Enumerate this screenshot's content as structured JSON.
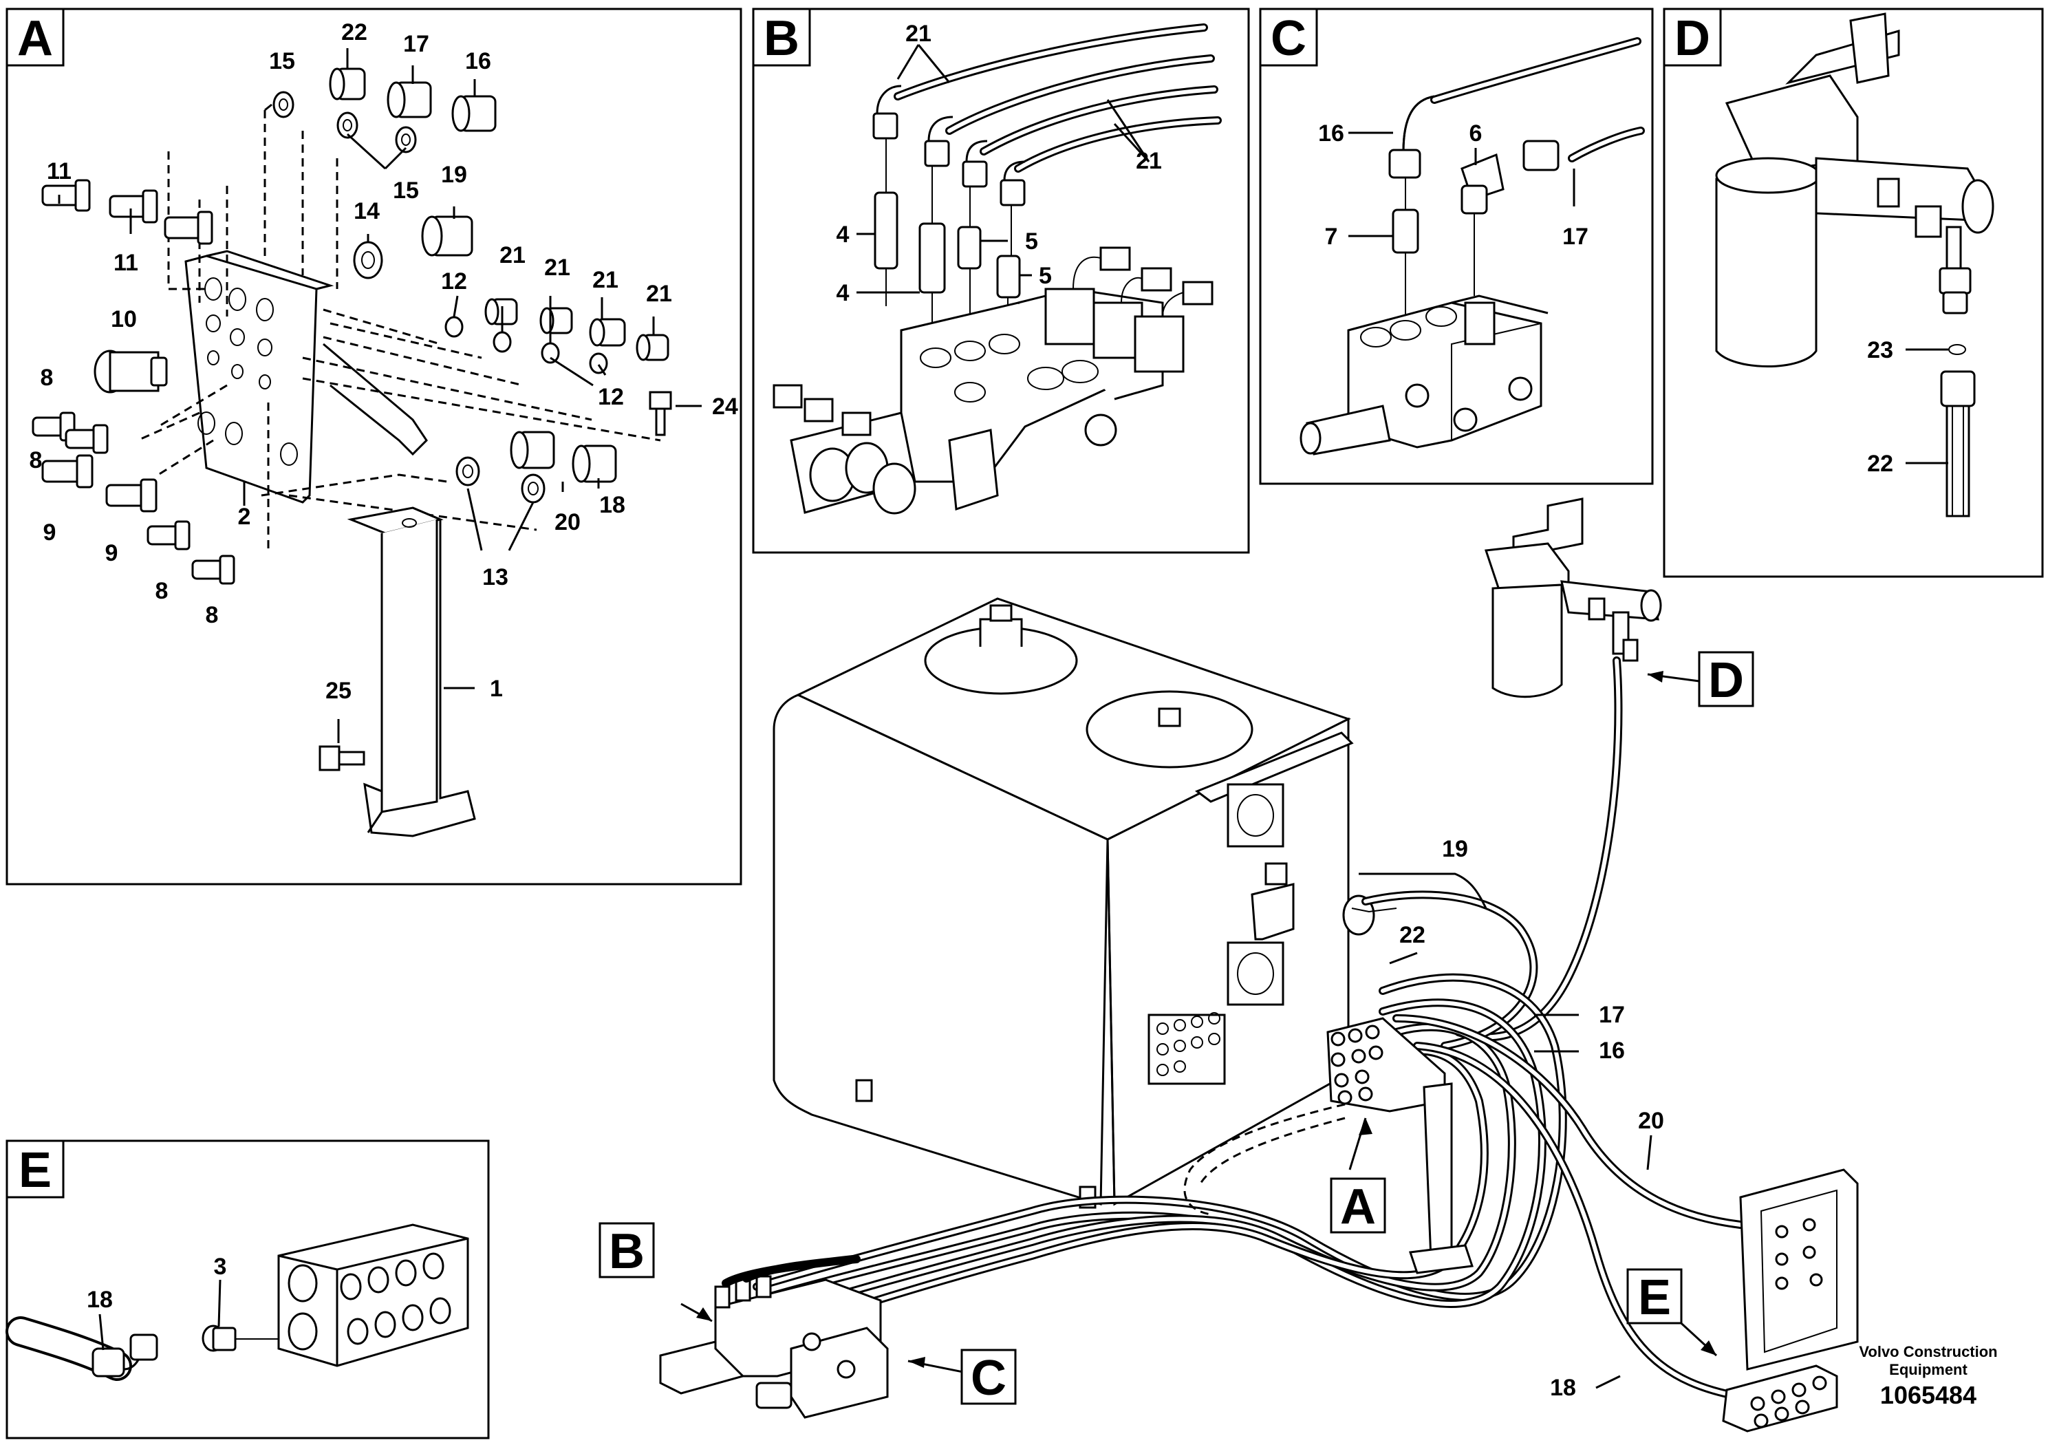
{
  "panels": {
    "A": {
      "letter": "A"
    },
    "B": {
      "letter": "B"
    },
    "C": {
      "letter": "C"
    },
    "D": {
      "letter": "D"
    },
    "E": {
      "letter": "E"
    }
  },
  "callouts": {
    "A": "A",
    "B": "B",
    "C": "C",
    "D": "D",
    "E": "E"
  },
  "labels": {
    "A_1": "1",
    "A_2": "2",
    "A_8a": "8",
    "A_8b": "8",
    "A_8c": "8",
    "A_8d": "8",
    "A_9a": "9",
    "A_9b": "9",
    "A_10": "10",
    "A_11a": "11",
    "A_11b": "11",
    "A_12a": "12",
    "A_12b": "12",
    "A_13": "13",
    "A_14": "14",
    "A_15a": "15",
    "A_15b": "15",
    "A_16": "16",
    "A_17": "17",
    "A_18": "18",
    "A_19": "19",
    "A_20": "20",
    "A_21a": "21",
    "A_21b": "21",
    "A_21c": "21",
    "A_21d": "21",
    "A_22": "22",
    "A_24": "24",
    "A_25": "25",
    "B_21a": "21",
    "B_21b": "21",
    "B_4a": "4",
    "B_4b": "4",
    "B_5a": "5",
    "B_5b": "5",
    "C_16": "16",
    "C_6": "6",
    "C_7": "7",
    "C_17": "17",
    "D_23": "23",
    "D_22": "22",
    "E_18": "18",
    "E_3": "3",
    "M_19": "19",
    "M_22": "22",
    "M_17": "17",
    "M_16": "16",
    "M_20": "20",
    "M_18": "18"
  },
  "footer": {
    "brand_line1": "Volvo Construction",
    "brand_line2": "Equipment",
    "drawing_number": "1065484"
  }
}
